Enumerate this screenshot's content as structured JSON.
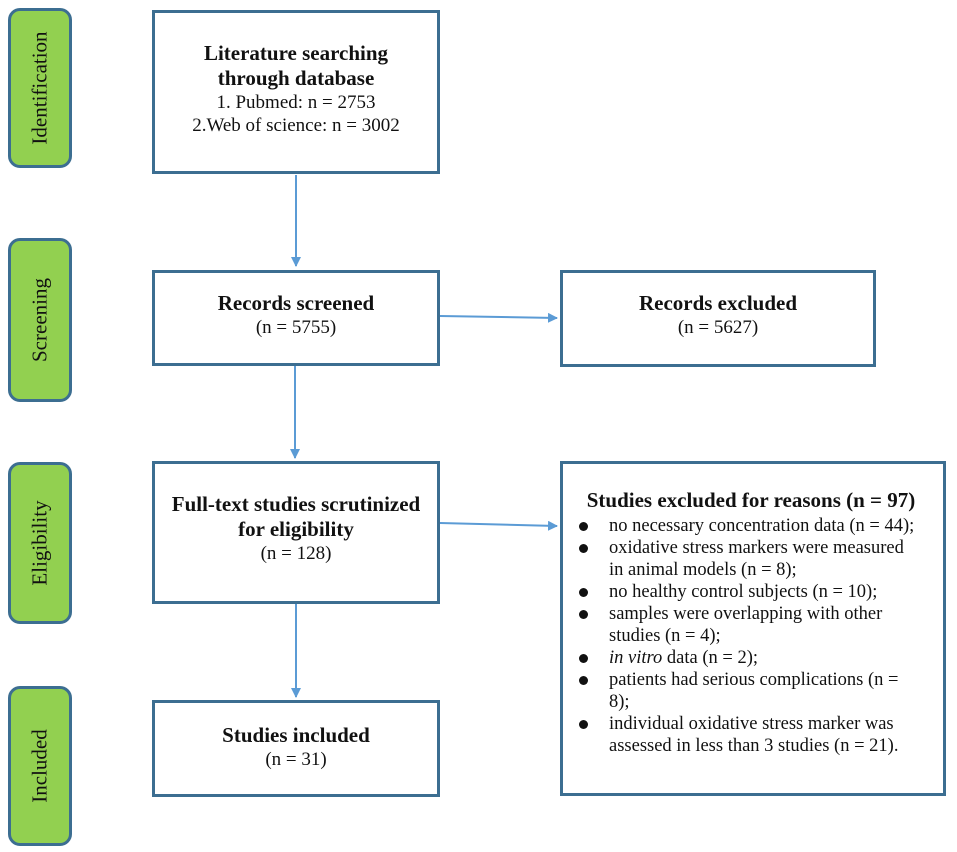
{
  "stages": {
    "identification": "Identification",
    "screening": "Screening",
    "eligibility": "Eligibility",
    "included": "Included"
  },
  "search_box": {
    "title_line1": "Literature searching",
    "title_line2": "through database",
    "line1": "1. Pubmed: n = 2753",
    "line2": "2.Web of science: n = 3002"
  },
  "screened_box": {
    "title": "Records screened",
    "count": "(n = 5755)"
  },
  "excluded_box": {
    "title": "Records excluded",
    "count": "(n = 5627)"
  },
  "fulltext_box": {
    "title_line1": "Full-text studies scrutinized",
    "title_line2": "for eligibility",
    "count": "(n = 128)"
  },
  "included_box": {
    "title": "Studies included",
    "count": "(n = 31)"
  },
  "reasons_box": {
    "title": "Studies excluded for reasons (n = 97)",
    "items": [
      {
        "line1": "no necessary concentration data (n = 44);"
      },
      {
        "line1": "oxidative stress markers were measured",
        "line2": "in animal models (n = 8);"
      },
      {
        "line1": "no healthy control subjects (n = 10);"
      },
      {
        "line1": "samples were overlapping with other",
        "line2": "studies (n = 4);"
      },
      {
        "italic": "in vitro",
        "rest": " data (n = 2);"
      },
      {
        "line1": "patients had serious complications (n =",
        "line2": "8);"
      },
      {
        "line1": "individual oxidative stress marker was",
        "line2": "assessed in less than 3 studies (n = 21)."
      }
    ]
  },
  "colors": {
    "stage_fill": "#92d050",
    "border": "#3c6e91",
    "arrow": "#5b9bd5"
  }
}
